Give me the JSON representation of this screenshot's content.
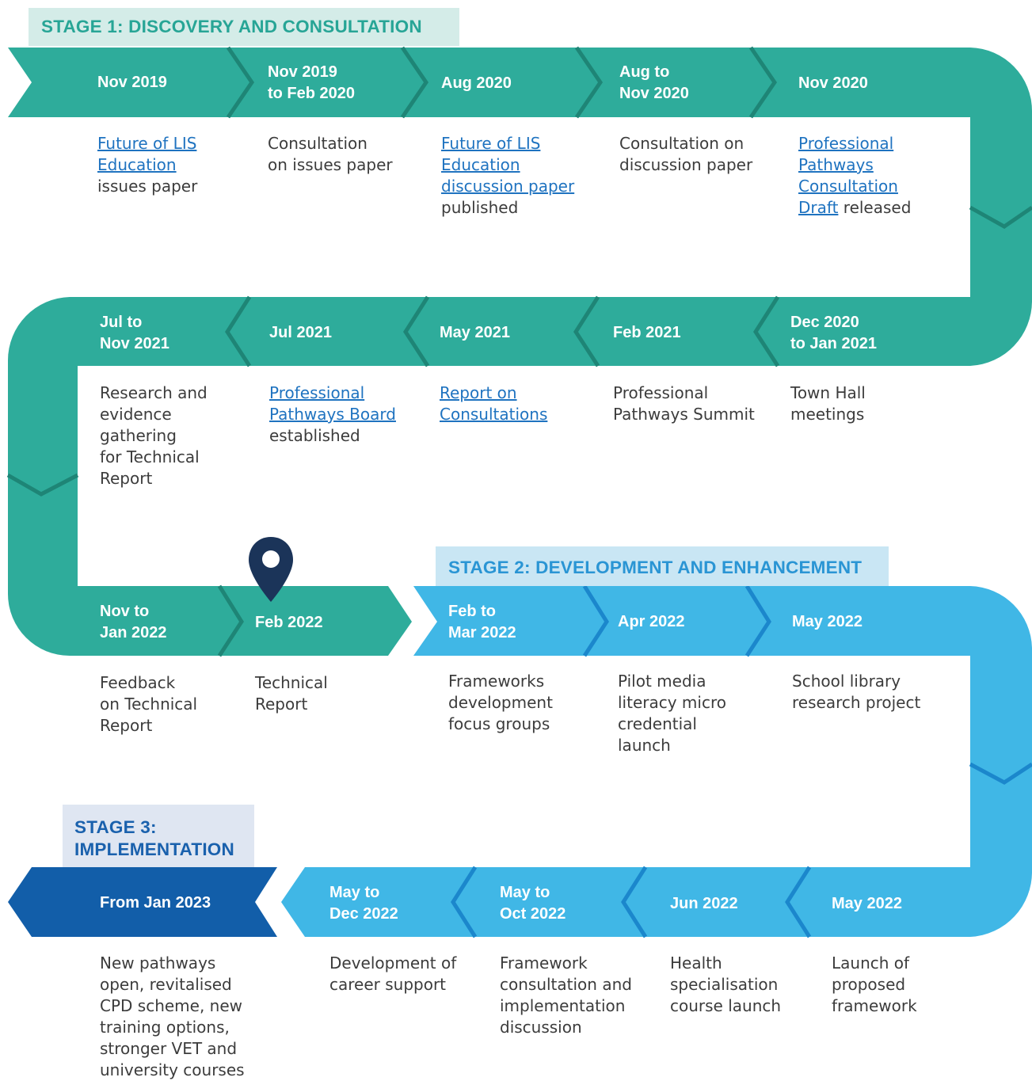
{
  "colors": {
    "teal": "#2eac9b",
    "teal_dark": "#1e8576",
    "blue": "#40b7e6",
    "blue_dark": "#1b87cc",
    "navy": "#125ea9",
    "pin": "#1b3459"
  },
  "stages": [
    {
      "label": "STAGE 1: DISCOVERY AND CONSULTATION"
    },
    {
      "label": "STAGE 2: DEVELOPMENT AND ENHANCEMENT"
    },
    {
      "label_line1": "STAGE 3:",
      "label_line2": "IMPLEMENTATION"
    }
  ],
  "row1": [
    {
      "date": [
        "Nov 2019"
      ],
      "link": [
        "Future of LIS ",
        "Education"
      ],
      "text": [
        "issues paper"
      ]
    },
    {
      "date": [
        "Nov 2019",
        "to Feb 2020"
      ],
      "link": [],
      "text": [
        "Consultation",
        "on issues paper"
      ]
    },
    {
      "date": [
        "Aug 2020"
      ],
      "link": [
        "Future of LIS ",
        "Education ",
        "discussion paper"
      ],
      "text": [
        "published"
      ]
    },
    {
      "date": [
        "Aug to",
        "Nov 2020"
      ],
      "link": [],
      "text": [
        "Consultation on",
        "discussion paper"
      ]
    },
    {
      "date": [
        "Nov 2020"
      ],
      "link": [
        "Professional ",
        "Pathways ",
        "Consultation ",
        "Draft"
      ],
      "text_after_link": " released"
    }
  ],
  "row2": [
    {
      "date": [
        "Jul to",
        "Nov 2021"
      ],
      "link": [],
      "text": [
        "Research and",
        "evidence",
        "gathering",
        "for Technical",
        "Report"
      ]
    },
    {
      "date": [
        "Jul 2021"
      ],
      "link": [
        "Professional ",
        "Pathways Board"
      ],
      "text": [
        "established"
      ]
    },
    {
      "date": [
        "May 2021"
      ],
      "link": [
        "Report on ",
        "Consultations"
      ],
      "text": []
    },
    {
      "date": [
        "Feb 2021"
      ],
      "link": [],
      "text": [
        "Professional",
        "Pathways Summit"
      ]
    },
    {
      "date": [
        "Dec 2020",
        "to Jan 2021"
      ],
      "link": [],
      "text": [
        "Town Hall",
        "meetings"
      ]
    }
  ],
  "row3": [
    {
      "date": [
        "Nov to",
        "Jan 2022"
      ],
      "text": [
        "Feedback",
        "on Technical",
        "Report"
      ]
    },
    {
      "date": [
        "Feb 2022"
      ],
      "text": [
        "Technical",
        "Report"
      ]
    },
    {
      "date": [
        "Feb to",
        "Mar 2022"
      ],
      "text": [
        "Frameworks",
        "development",
        "focus groups"
      ]
    },
    {
      "date": [
        "Apr 2022"
      ],
      "text": [
        "Pilot media",
        "literacy micro",
        "credential",
        "launch"
      ]
    },
    {
      "date": [
        "May 2022"
      ],
      "text": [
        "School library",
        "research project"
      ]
    }
  ],
  "row4": [
    {
      "date": [
        "From Jan 2023"
      ],
      "text": [
        "New pathways",
        "open, revitalised",
        "CPD scheme, new",
        "training options,",
        "stronger VET and",
        "university courses"
      ]
    },
    {
      "date": [
        "May to",
        "Dec 2022"
      ],
      "text": [
        "Development of",
        "career support"
      ]
    },
    {
      "date": [
        "May to",
        "Oct 2022"
      ],
      "text": [
        "Framework",
        "consultation and",
        "implementation",
        "discussion"
      ]
    },
    {
      "date": [
        "Jun 2022"
      ],
      "text": [
        "Health",
        "specialisation",
        "course launch"
      ]
    },
    {
      "date": [
        "May 2022"
      ],
      "text": [
        "Launch of",
        "proposed",
        "framework"
      ]
    }
  ]
}
